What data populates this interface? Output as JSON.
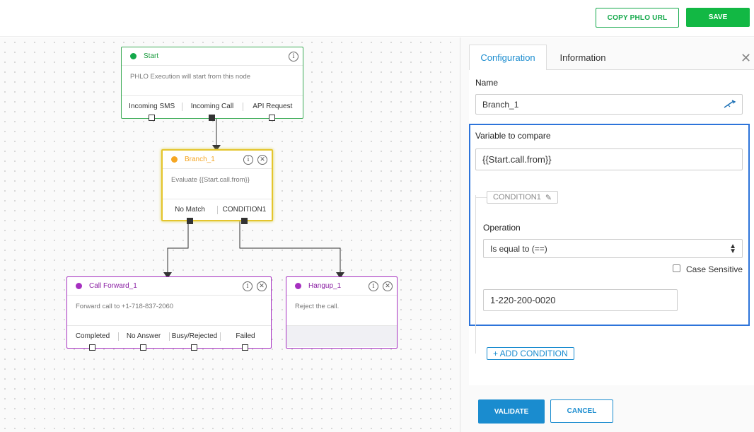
{
  "topbar": {
    "copy_url_label": "COPY PHLO URL",
    "save_label": "SAVE"
  },
  "canvas": {
    "nodes": [
      {
        "title": "Start",
        "dot_color": "#13a84a",
        "border_color": "#3bab55",
        "title_color": "#1a9c3e",
        "body": "PHLO Execution will start from this node",
        "ports": [
          "Incoming SMS",
          "Incoming Call",
          "API Request"
        ]
      },
      {
        "title": "Branch_1",
        "dot_color": "#f5a623",
        "border_color": "#e4c52d",
        "title_color": "#f5a623",
        "body": "Evaluate {{Start.call.from}}",
        "ports": [
          "No Match",
          "CONDITION1"
        ]
      },
      {
        "title": "Call Forward_1",
        "dot_color": "#a630c0",
        "border_color": "#a630c0",
        "title_color": "#8a1fa3",
        "body": "Forward call to +1-718-837-2060",
        "ports": [
          "Completed",
          "No Answer",
          "Busy/Rejected",
          "Failed"
        ]
      },
      {
        "title": "Hangup_1",
        "dot_color": "#a630c0",
        "border_color": "#a630c0",
        "title_color": "#8a1fa3",
        "body": "Reject the call.",
        "ports": []
      }
    ]
  },
  "panel": {
    "tabs": [
      {
        "label": "Configuration",
        "active": true
      },
      {
        "label": "Information",
        "active": false
      }
    ],
    "name_label": "Name",
    "name_value": "Branch_1",
    "variable_label": "Variable to compare",
    "variable_value": "{{Start.call.from}}",
    "condition_tag": "CONDITION1",
    "operation_label": "Operation",
    "operation_value": "Is equal to (==)",
    "case_sensitive_label": "Case Sensitive",
    "case_sensitive_checked": false,
    "compare_value": "1-220-200-0020",
    "add_condition_label": "+ ADD CONDITION",
    "validate_label": "VALIDATE",
    "cancel_label": "CANCEL"
  },
  "colors": {
    "brand_green": "#12b844",
    "accent_blue": "#1a8ccf",
    "highlight_blue": "#2d74da"
  }
}
